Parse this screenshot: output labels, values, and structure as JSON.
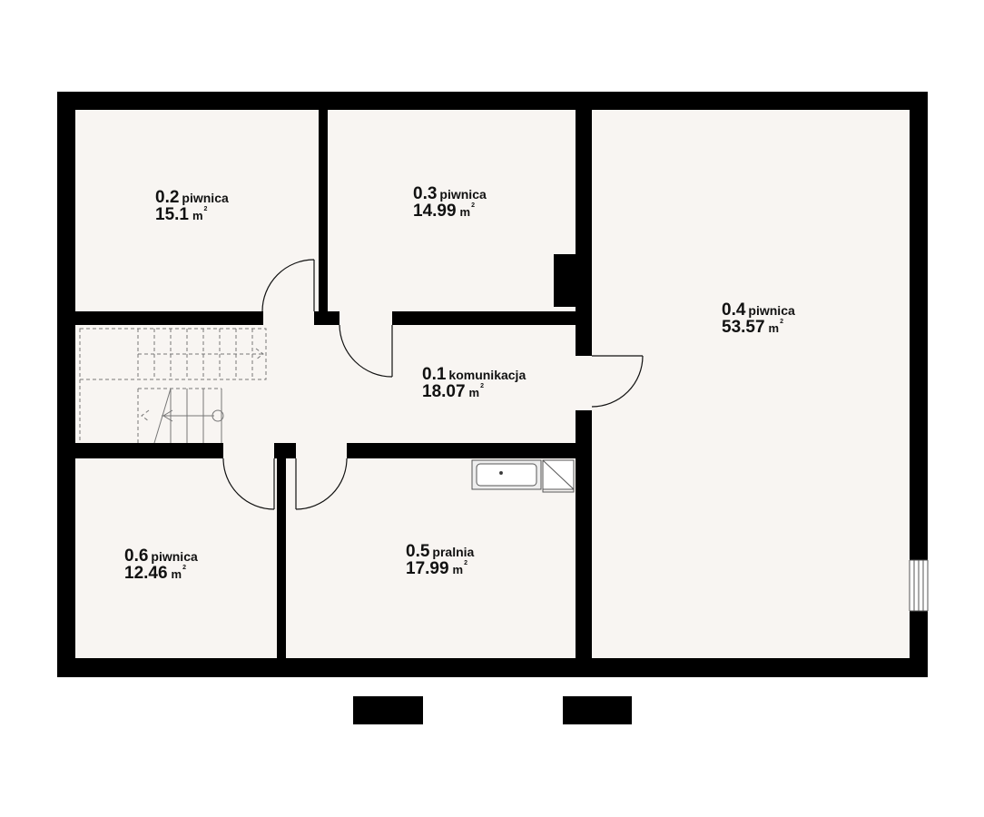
{
  "plan": {
    "colors": {
      "wall": "#000000",
      "floor": "#f8f5f2",
      "fixture_line": "#555555",
      "stair_line": "#777777"
    },
    "rooms": [
      {
        "id": "r02",
        "number": "0.2",
        "name": "piwnica",
        "area": "15.1",
        "unit": "m",
        "unit_sup": "2"
      },
      {
        "id": "r03",
        "number": "0.3",
        "name": "piwnica",
        "area": "14.99",
        "unit": "m",
        "unit_sup": "2"
      },
      {
        "id": "r04",
        "number": "0.4",
        "name": "piwnica",
        "area": "53.57",
        "unit": "m",
        "unit_sup": "2"
      },
      {
        "id": "r01",
        "number": "0.1",
        "name": "komunikacja",
        "area": "18.07",
        "unit": "m",
        "unit_sup": "2"
      },
      {
        "id": "r06",
        "number": "0.6",
        "name": "piwnica",
        "area": "12.46",
        "unit": "m",
        "unit_sup": "2"
      },
      {
        "id": "r05",
        "number": "0.5",
        "name": "pralnia",
        "area": "17.99",
        "unit": "m",
        "unit_sup": "2"
      }
    ],
    "icons": [
      "door-swing-icon",
      "bathtub-icon",
      "staircase-icon",
      "window-icon",
      "chimney-icon"
    ]
  }
}
